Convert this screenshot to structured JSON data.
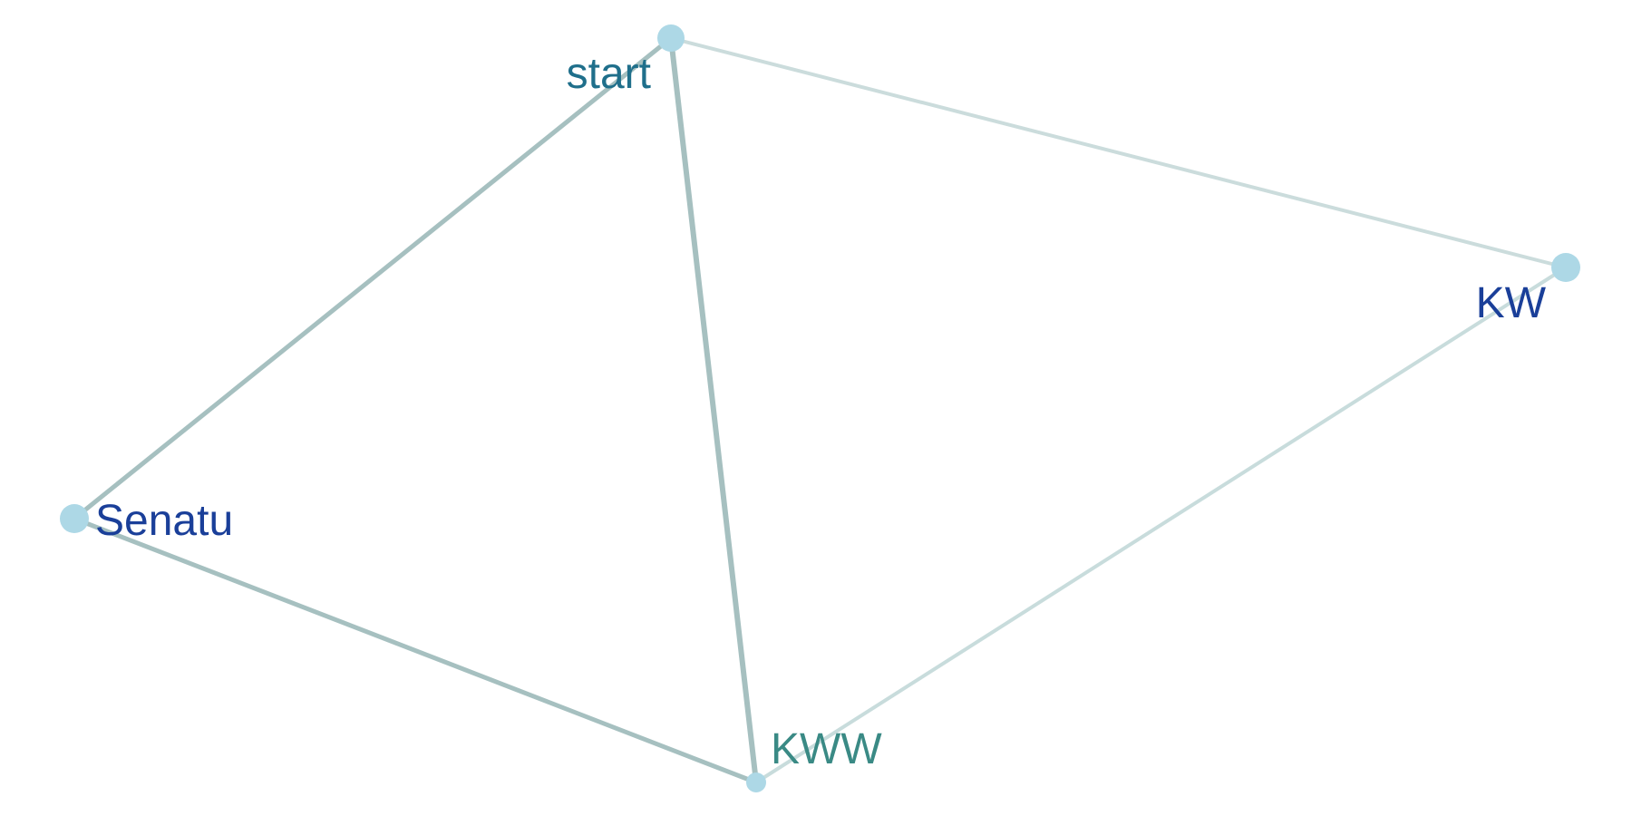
{
  "diagram": {
    "type": "network-graph",
    "nodes": [
      {
        "id": "start",
        "label": "start",
        "label_color": "#1f6f8b",
        "node_color": "#add8e6"
      },
      {
        "id": "kw",
        "label": "KW",
        "label_color": "#1a3f99",
        "node_color": "#add8e6"
      },
      {
        "id": "senatu",
        "label": "Senatu",
        "label_color": "#1a3f99",
        "node_color": "#add8e6"
      },
      {
        "id": "kww",
        "label": "KWW",
        "label_color": "#3a8a85",
        "node_color": "#add8e6"
      }
    ],
    "edges": [
      {
        "source": "start",
        "target": "kw",
        "color": "#cbdcdc"
      },
      {
        "source": "start",
        "target": "senatu",
        "color": "#a6c0c0"
      },
      {
        "source": "start",
        "target": "kww",
        "color": "#a6c0c0"
      },
      {
        "source": "senatu",
        "target": "kww",
        "color": "#a6c0c0"
      },
      {
        "source": "kww",
        "target": "kw",
        "color": "#c8dcdc"
      }
    ]
  }
}
